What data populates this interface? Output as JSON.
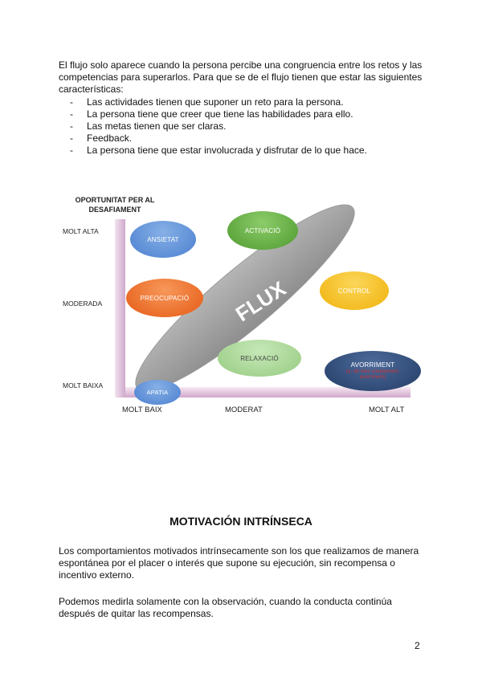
{
  "intro": "El flujo solo aparece cuando la persona percibe una congruencia entre los retos y las competencias para superarlos. Para que se de el flujo tienen que estar las siguientes características:",
  "bullets": [
    "Las actividades tienen que suponer un reto para la persona.",
    "La persona tiene que creer que tiene las habilidades para ello.",
    "Las metas tienen que ser claras.",
    "Feedback.",
    "La persona tiene que estar involucrada y disfrutar de lo que hace."
  ],
  "bullet_marker": "-",
  "diagram": {
    "title": "OPORTUNITAT PER AL DESAFIAMENT",
    "y_labels": {
      "high": "MOLT ALTA",
      "mid": "MODERADA",
      "low": "MOLT BAIXA"
    },
    "x_labels": {
      "low": "MOLT BAIX",
      "mid": "MODERAT",
      "high": "MOLT ALT"
    },
    "flux": "FLUX",
    "bubbles": {
      "ansietat": "ANSIETAT",
      "activacio": "ACTIVACIÓ",
      "preocupacio": "PREOCUPACIÓ",
      "control": "CONTROL",
      "relaxacio": "RELAXACIÓ",
      "avorriment": "AVORRIMENT",
      "avorriment_sub": "(o, dit més simplement, avorriment)",
      "apatia": "APATIA"
    },
    "colors": {
      "ansietat": "#5b8fd6",
      "activacio": "#5fae3c",
      "preocupacio": "#ee6b26",
      "control": "#f5c11b",
      "relaxacio": "#9fd18b",
      "avorriment": "#2d4978",
      "apatia": "#5b8fd6",
      "flux": "#9a9a9a",
      "axis": "#cfa8cb",
      "subtext": "#c0282d"
    }
  },
  "heading": "MOTIVACIÓN INTRÍNSECA",
  "para1": "Los comportamientos motivados intrínsecamente son los que realizamos de manera espontánea por el placer o interés que supone su ejecución, sin recompensa o incentivo externo.",
  "para2": "Podemos medirla solamente con la observación, cuando la conducta continúa después de quitar las recompensas.",
  "page_number": "2"
}
